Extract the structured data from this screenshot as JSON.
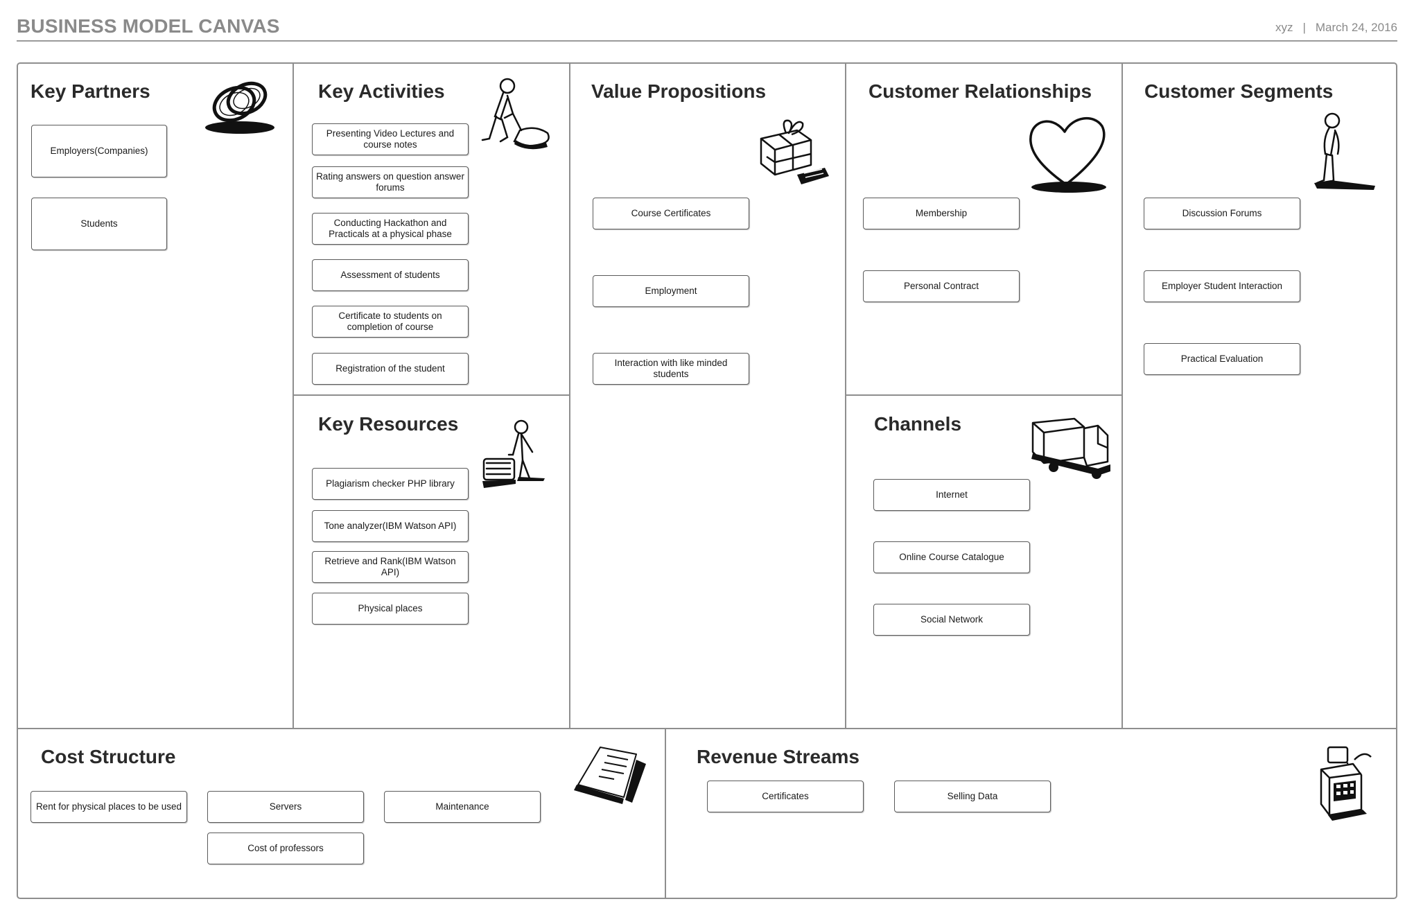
{
  "header": {
    "title": "BUSINESS MODEL CANVAS",
    "author": "xyz",
    "separator": "|",
    "date": "March 24, 2016"
  },
  "sections": {
    "key_partners": {
      "title": "Key Partners",
      "icon": "rings-icon",
      "items": [
        "Employers(Companies)",
        "Students"
      ]
    },
    "key_activities": {
      "title": "Key Activities",
      "icon": "worker-icon",
      "items": [
        "Presenting Video Lectures and course notes",
        "Rating answers on question answer forums",
        "Conducting Hackathon and Practicals at a physical phase",
        "Assessment of students",
        "Certificate to students on completion of course",
        "Registration of the student"
      ]
    },
    "key_resources": {
      "title": "Key Resources",
      "icon": "person-with-cart-icon",
      "items": [
        "Plagiarism checker PHP library",
        "Tone analyzer(IBM Watson API)",
        "Retrieve and Rank(IBM Watson API)",
        "Physical places"
      ]
    },
    "value_propositions": {
      "title": "Value Propositions",
      "icon": "gift-icon",
      "items": [
        "Course Certificates",
        "Employment",
        "Interaction with like minded students"
      ]
    },
    "customer_relationships": {
      "title": "Customer Relationships",
      "icon": "heart-icon",
      "items": [
        "Membership",
        "Personal Contract"
      ]
    },
    "channels": {
      "title": "Channels",
      "icon": "truck-icon",
      "items": [
        "Internet",
        "Online Course Catalogue",
        "Social Network"
      ]
    },
    "customer_segments": {
      "title": "Customer Segments",
      "icon": "standing-person-icon",
      "items": [
        "Discussion Forums",
        "Employer Student Interaction",
        "Practical Evaluation"
      ]
    },
    "cost_structure": {
      "title": "Cost Structure",
      "icon": "invoice-icon",
      "items": [
        "Rent for physical places to be used",
        "Servers",
        "Maintenance",
        "Cost of professors"
      ]
    },
    "revenue_streams": {
      "title": "Revenue Streams",
      "icon": "cash-register-icon",
      "items": [
        "Certificates",
        "Selling Data"
      ]
    }
  }
}
